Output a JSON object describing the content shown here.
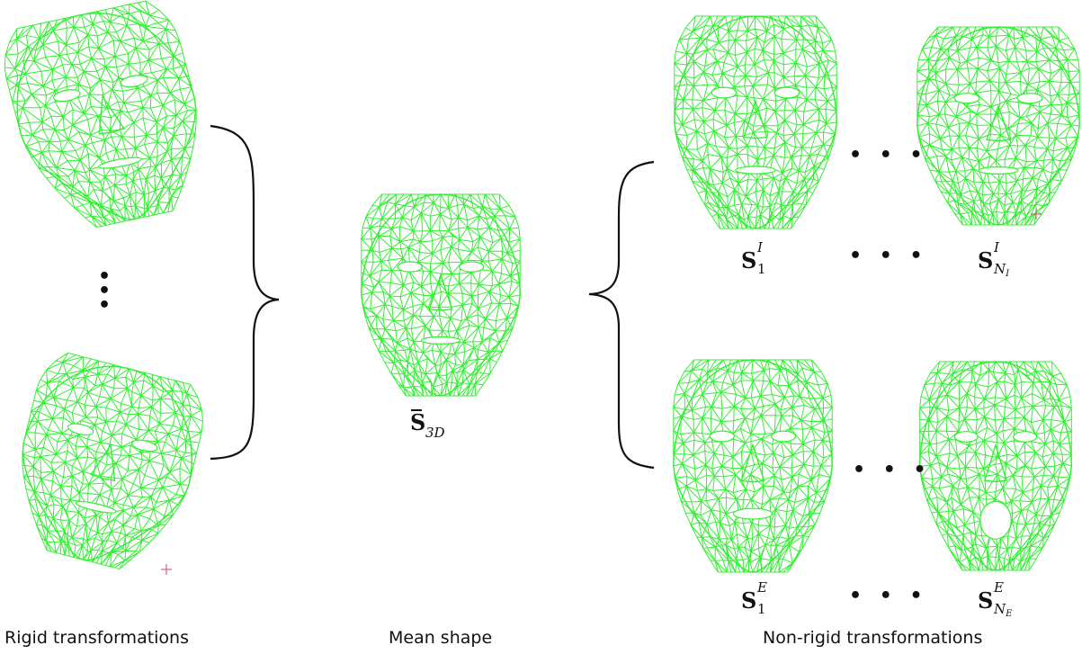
{
  "captions": {
    "rigid": "Rigid transformations",
    "mean": "Mean shape",
    "nonrigid": "Non-rigid transformations"
  },
  "labels": {
    "mean_base": "S",
    "mean_sub": "3D",
    "id1_base": "S",
    "id1_sub": "1",
    "id1_sup": "I",
    "idn_base": "S",
    "idn_sub": "N",
    "idn_subsub": "I",
    "idn_sup": "I",
    "ex1_base": "S",
    "ex1_sub": "1",
    "ex1_sup": "E",
    "exn_base": "S",
    "exn_sub": "N",
    "exn_subsub": "E",
    "exn_sup": "E"
  },
  "ellipsis": {
    "horizontal": "• • •",
    "vertical": "•\n•\n•"
  },
  "colors": {
    "mesh": "#33ee33",
    "ink": "#111111",
    "marker": "#cc6688"
  }
}
